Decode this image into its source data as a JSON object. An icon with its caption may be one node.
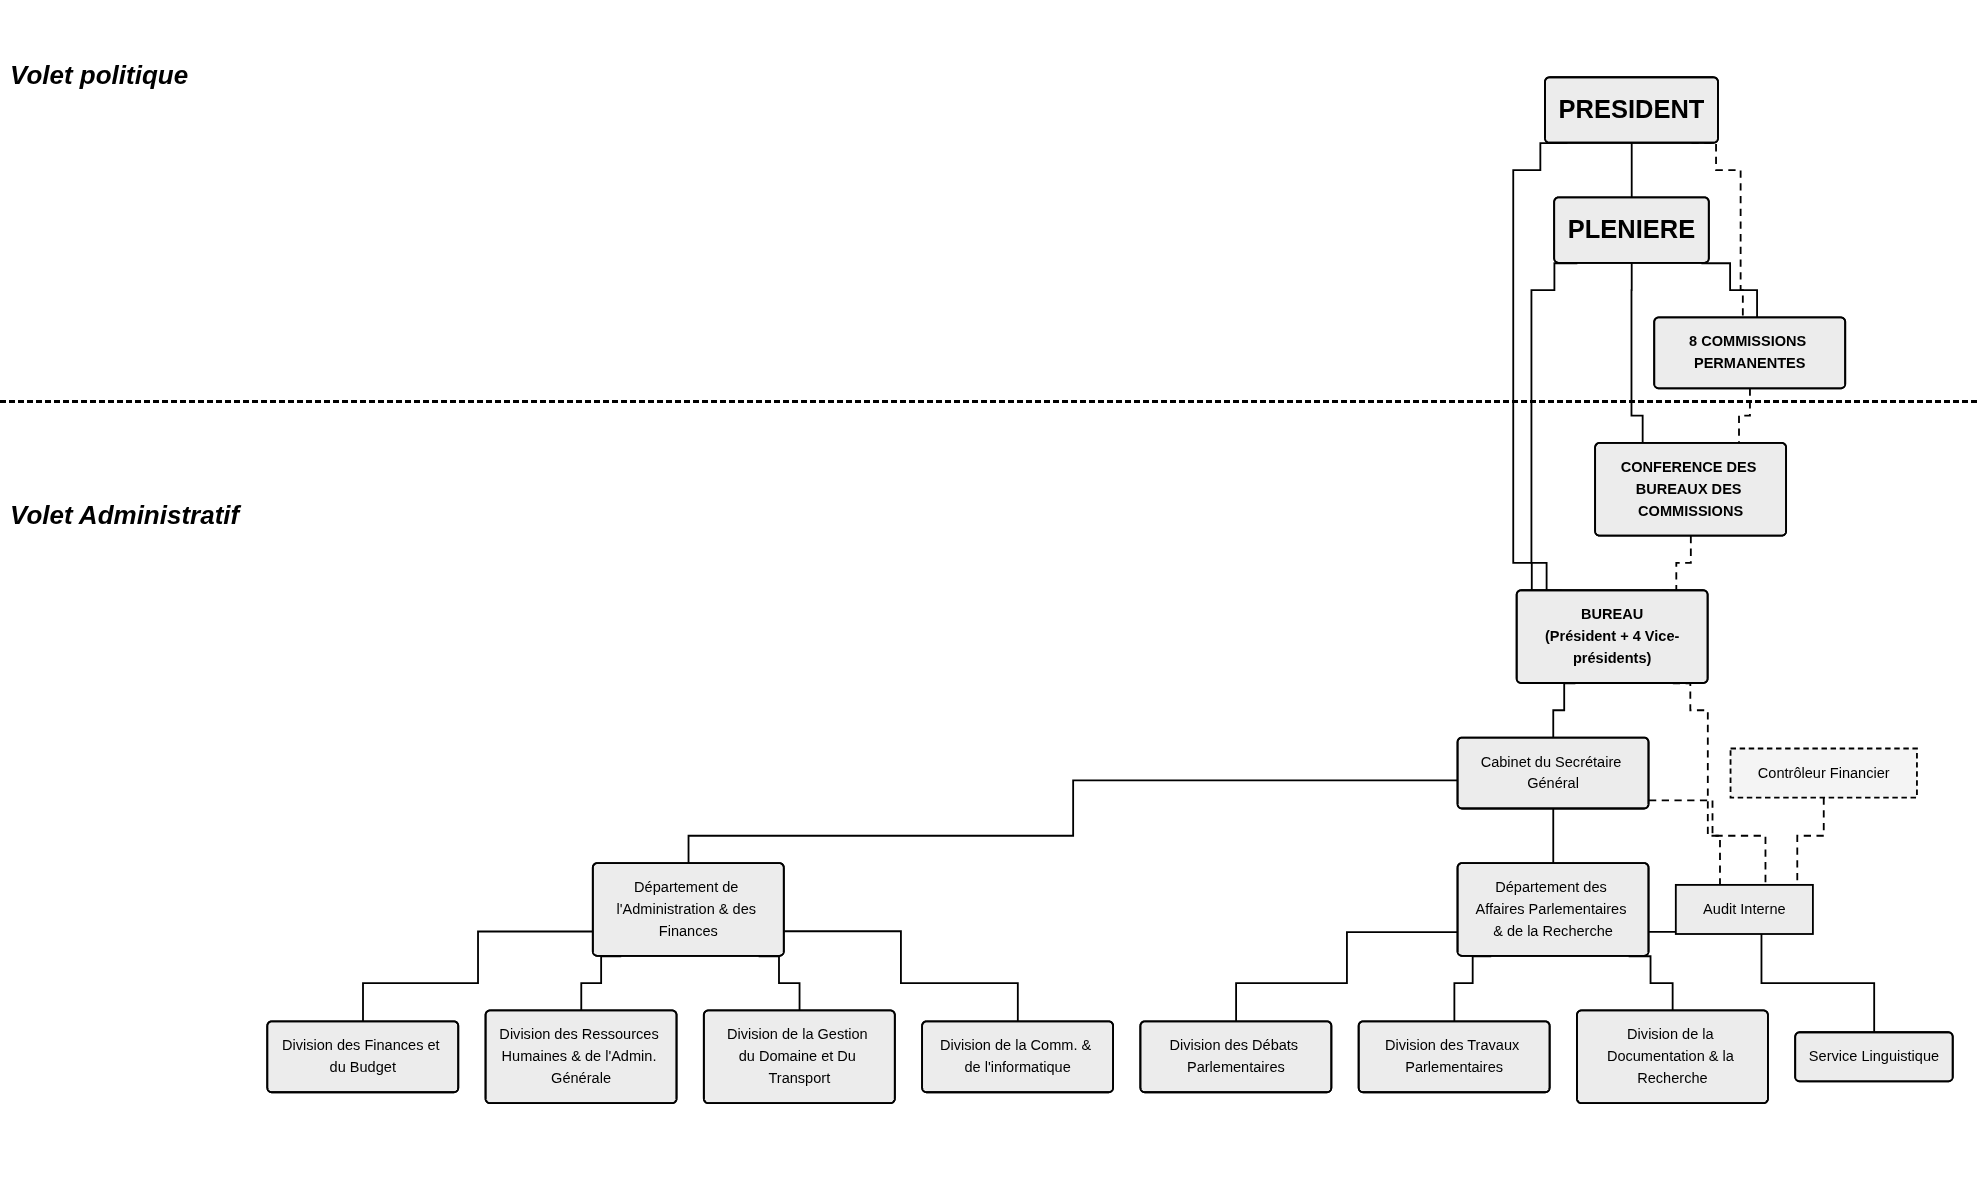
{
  "diagram": {
    "nodes": [
      {
        "text": [
          "PRESIDENT"
        ]
      },
      {
        "text": [
          "PLENIERE"
        ]
      },
      {
        "text": [
          "8 COMMISSIONS PERMANENTES"
        ]
      },
      {
        "text": [
          "CONFERENCE DES BUREAUX DES COMMISSIONS"
        ]
      },
      {
        "text": [
          "BUREAU",
          "(Président + 4 Vice-présidents)"
        ]
      },
      {
        "text": [
          "Cabinet du Secrétaire Général"
        ]
      },
      {
        "text": [
          "Contrôleur Financier"
        ]
      },
      {
        "text": [
          "Département de l'Administration & des Finances"
        ]
      },
      {
        "text": [
          "Département des Affaires Parlementaires & de la Recherche"
        ]
      },
      {
        "text": [
          "Audit Interne"
        ]
      },
      {
        "text": [
          "Division des Finances et du Budget"
        ]
      },
      {
        "text": [
          "Division des Ressources Humaines & de l'Admin. Générale"
        ]
      },
      {
        "text": [
          "Division de la Gestion du Domaine et Du Transport"
        ]
      },
      {
        "text": [
          "Division de la Comm. & de l'informatique"
        ]
      },
      {
        "text": [
          "Division des Débats Parlementaires"
        ]
      },
      {
        "text": [
          "Division des Travaux Parlementaires"
        ]
      },
      {
        "text": [
          "Division de la Documentation & la Recherche"
        ]
      },
      {
        "text": [
          "Service Linguistique"
        ]
      }
    ],
    "edges": [
      {
        "from": 0,
        "to": 1,
        "arrow": "none"
      },
      {
        "from": 0,
        "to": 4,
        "arrow": "none"
      },
      {
        "from": 0,
        "to": 2,
        "arrow": "none",
        "style": "dashed"
      },
      {
        "from": 1,
        "to": 2,
        "arrow": "none"
      },
      {
        "from": 1,
        "to": 3,
        "arrow": "none"
      },
      {
        "from": 1,
        "to": 4,
        "arrow": "none"
      },
      {
        "from": 2,
        "to": 3,
        "arrow": "none",
        "style": "dashed"
      },
      {
        "from": 3,
        "to": 4,
        "arrow": "none",
        "style": "dashed"
      },
      {
        "from": 4,
        "to": 5,
        "arrow": "none"
      },
      {
        "from": 4,
        "to": 9,
        "arrow": "none",
        "style": "dashed"
      },
      {
        "from": 5,
        "to": 9,
        "arrow": "none",
        "style": "dashed"
      },
      {
        "from": 6,
        "to": 9,
        "arrow": "none",
        "style": "dashed"
      },
      {
        "from": 5,
        "to": 7,
        "arrow": "none"
      },
      {
        "from": 5,
        "to": 8,
        "arrow": "none"
      },
      {
        "from": 7,
        "to": 10,
        "arrow": "none"
      },
      {
        "from": 7,
        "to": 11,
        "arrow": "none"
      },
      {
        "from": 7,
        "to": 12,
        "arrow": "none"
      },
      {
        "from": 7,
        "to": 13,
        "arrow": "none"
      },
      {
        "from": 8,
        "to": 14,
        "arrow": "none"
      },
      {
        "from": 8,
        "to": 15,
        "arrow": "none"
      },
      {
        "from": 8,
        "to": 16,
        "arrow": "none"
      },
      {
        "from": 8,
        "to": 17,
        "arrow": "none"
      }
    ],
    "labels": [
      "Volet politique",
      "Volet Administratif"
    ]
  }
}
